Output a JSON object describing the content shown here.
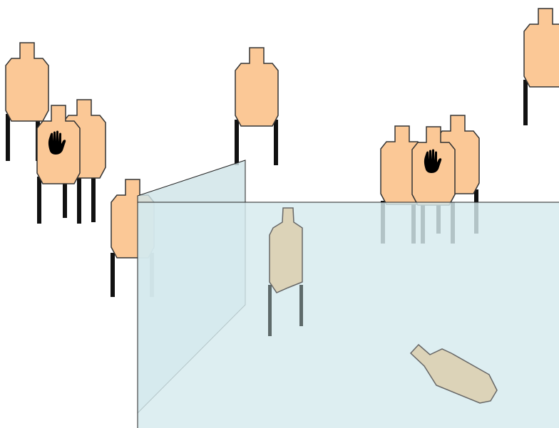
{
  "scene": {
    "description_text": "",
    "colors": {
      "background": "#ffffff",
      "shoot_target_fill": "#fbc896",
      "no_shoot_target_fill": "#fbc896",
      "target_outline": "#333333",
      "target_leg": "#111111",
      "behind_wall_target_fill": "#dcd3b8",
      "behind_wall_target_outline": "#666666",
      "behind_wall_leg": "#5e6a6a",
      "wall_fill": "#d5eaee",
      "wall_outline": "#222222",
      "hand_icon": "#000000"
    },
    "targets": [
      {
        "kind": "shoot",
        "label": "target-left-back"
      },
      {
        "kind": "shoot",
        "label": "target-left-rear"
      },
      {
        "kind": "no-shoot",
        "label": "no-shoot-left"
      },
      {
        "kind": "shoot",
        "label": "target-center-top"
      },
      {
        "kind": "shoot",
        "label": "target-top-right"
      },
      {
        "kind": "shoot",
        "label": "target-right-rear"
      },
      {
        "kind": "shoot",
        "label": "target-right-left"
      },
      {
        "kind": "no-shoot",
        "label": "no-shoot-right"
      },
      {
        "kind": "shoot",
        "label": "target-by-wall"
      },
      {
        "kind": "shoot-behind-wall",
        "label": "target-behind-wall-standing"
      },
      {
        "kind": "shoot-fallen",
        "label": "target-behind-wall-fallen"
      }
    ],
    "walls": [
      {
        "label": "wall-angled-left"
      },
      {
        "label": "wall-front-large"
      }
    ]
  }
}
